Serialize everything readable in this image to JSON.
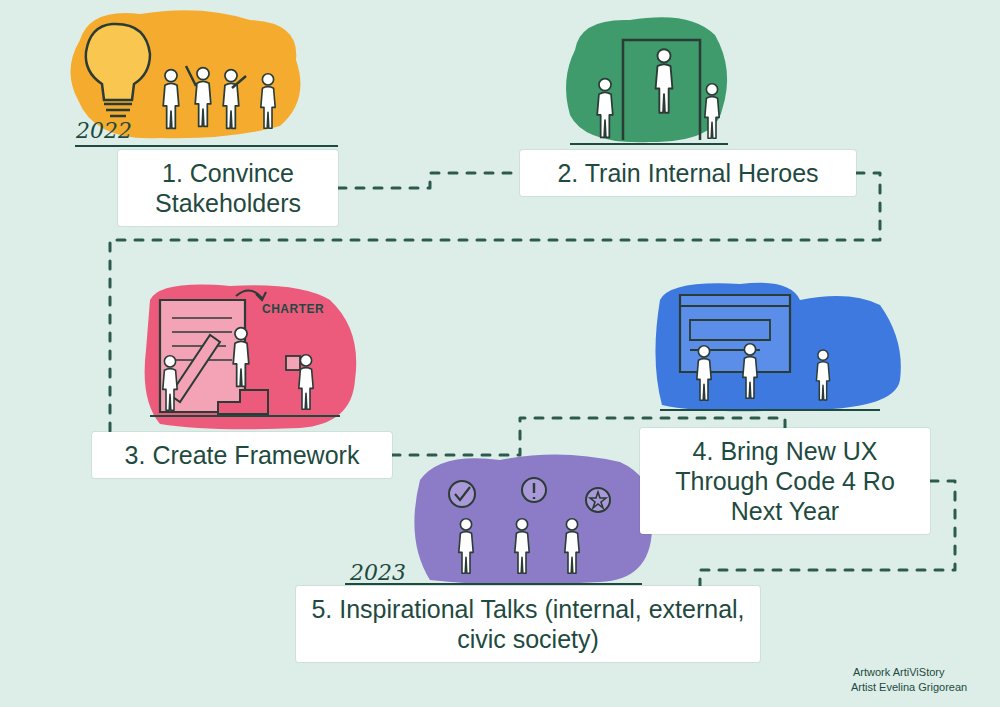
{
  "diagram": {
    "nodes": [
      {
        "text": [
          "1. Convince Stakeholders"
        ]
      },
      {
        "text": [
          "2. Train Internal Heroes"
        ]
      },
      {
        "text": [
          "3. Create Framework"
        ]
      },
      {
        "text": [
          "4. Bring New UX Through Code 4 Ro Next Year"
        ]
      },
      {
        "text": [
          "5. Inspirational Talks (internal, external, civic society)"
        ]
      }
    ],
    "edges": [
      {
        "from": 0,
        "to": 1,
        "arrow": "none"
      },
      {
        "from": 1,
        "to": 2,
        "arrow": "none"
      },
      {
        "from": 2,
        "to": 3,
        "arrow": "none"
      },
      {
        "from": 3,
        "to": 4,
        "arrow": "none"
      }
    ],
    "labels": [
      "2022",
      "CHARTER",
      "2023",
      "Artwork ArtiViStory",
      "Artist Evelina Grigorean"
    ]
  }
}
